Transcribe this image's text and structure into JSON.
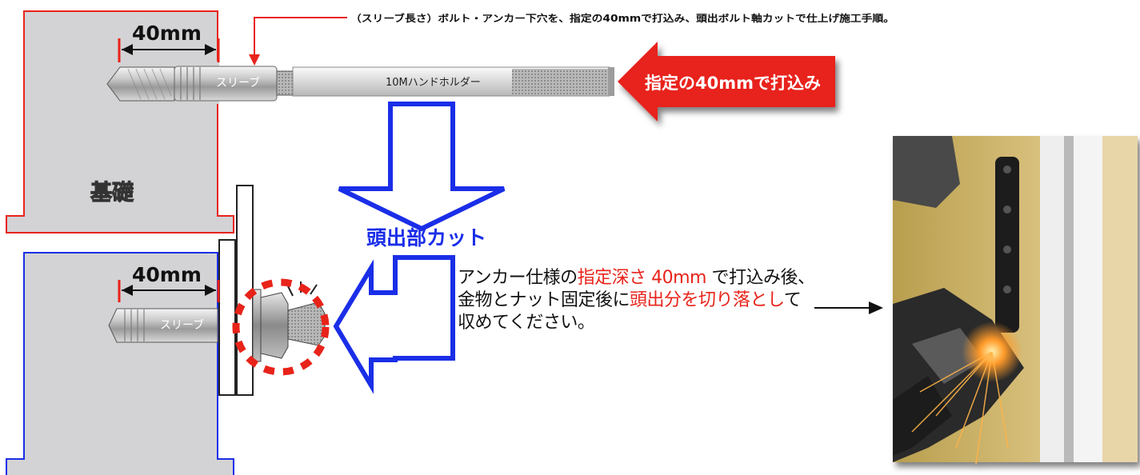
{
  "caption": "（スリーブ長さ）ボルト・アンカー下穴を、指定の40mmで打込み、頭出ボルト軸カットで仕上げ施工手順。",
  "top": {
    "depth_label": "40mm",
    "sleeve_label": "スリーブ",
    "holder_label": "10Mハンドホルダー",
    "foundation_label": "基礎",
    "arrow_label": "指定の40mmで打込み"
  },
  "middle": {
    "cut_label": "頭出部カット"
  },
  "bottom": {
    "depth_label": "40mm",
    "sleeve_label": "スリーブ"
  },
  "annotation": {
    "line1_a": "アンカー仕様の",
    "line1_b": "指定深さ 40mm",
    "line1_c": " で打込み後、",
    "line2_a": "金物とナット固定後に",
    "line2_b": "頭出分を切り落とし",
    "line2_c": "て",
    "line3": "収めてください。"
  },
  "colors": {
    "top_outline": "#e8231a",
    "bottom_outline": "#1a2ee8",
    "accent_red": "#e8231a",
    "accent_blue": "#1a2ee8",
    "concrete": "#d3d3d5"
  },
  "photo": {
    "icon": "grinder-cutting-photo"
  }
}
